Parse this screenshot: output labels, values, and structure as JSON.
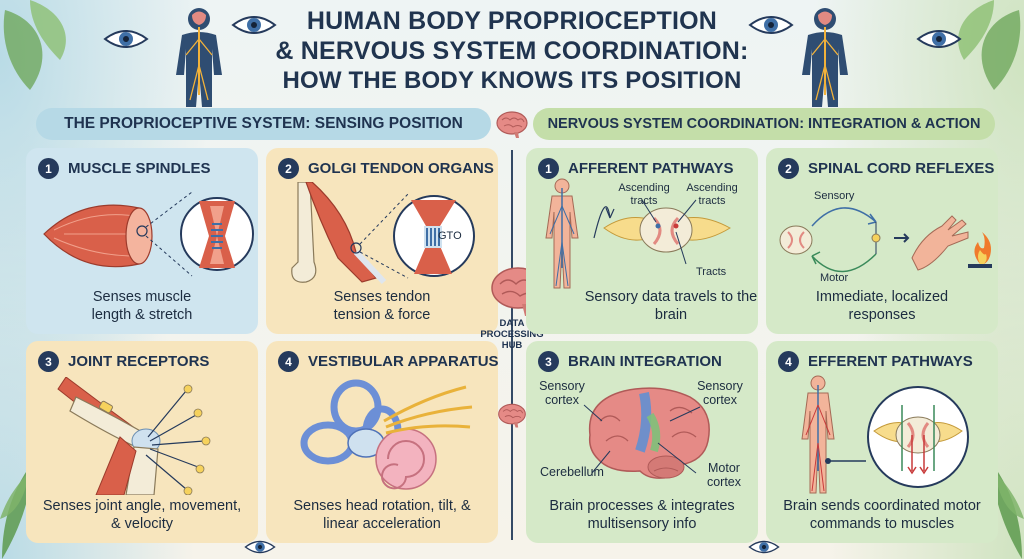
{
  "title": {
    "line1": "HUMAN BODY PROPRIOCEPTION",
    "line2": "& NERVOUS SYSTEM COORDINATION:",
    "line3": "HOW THE BODY KNOWS ITS POSITION"
  },
  "sections": {
    "left": "THE PROPRIOCEPTIVE SYSTEM: SENSING POSITION",
    "right": "NERVOUS SYSTEM COORDINATION: INTEGRATION & ACTION"
  },
  "hub_label": "DATA PROCESSING HUB",
  "panels": [
    {
      "num": "1",
      "title": "MUSCLE SPINDLES",
      "desc": "Senses muscle length & stretch"
    },
    {
      "num": "2",
      "title": "GOLGI TENDON ORGANS",
      "desc": "Senses tendon tension & force",
      "label": "GTO"
    },
    {
      "num": "3",
      "title": "JOINT RECEPTORS",
      "desc": "Senses joint angle, movement, & velocity"
    },
    {
      "num": "4",
      "title": "VESTIBULAR APPARATUS",
      "desc": "Senses head rotation, tilt, & linear acceleration"
    },
    {
      "num": "1",
      "title": "AFFERENT PATHWAYS",
      "desc": "Sensory data travels to the brain",
      "labels": {
        "asc1": "Ascending tracts",
        "asc2": "Ascending tracts",
        "tracts": "Tracts"
      }
    },
    {
      "num": "2",
      "title": "SPINAL CORD REFLEXES",
      "desc": "Immediate, localized responses",
      "labels": {
        "sensory": "Sensory",
        "motor": "Motor"
      }
    },
    {
      "num": "3",
      "title": "BRAIN INTEGRATION",
      "desc": "Brain processes & integrates multisensory info",
      "labels": {
        "sc1": "Sensory cortex",
        "sc2": "Sensory cortex",
        "cerebellum": "Cerebellum",
        "motor": "Motor cortex"
      }
    },
    {
      "num": "4",
      "title": "EFFERENT PATHWAYS",
      "desc": "Brain sends coordinated motor commands to muscles"
    }
  ],
  "colors": {
    "navy": "#253a5c",
    "panel_blue": "#cfe5ef",
    "panel_cream": "#f7e5bd",
    "panel_green": "#d5e9c8",
    "muscle": "#d9604a",
    "brain": "#e58a86"
  }
}
